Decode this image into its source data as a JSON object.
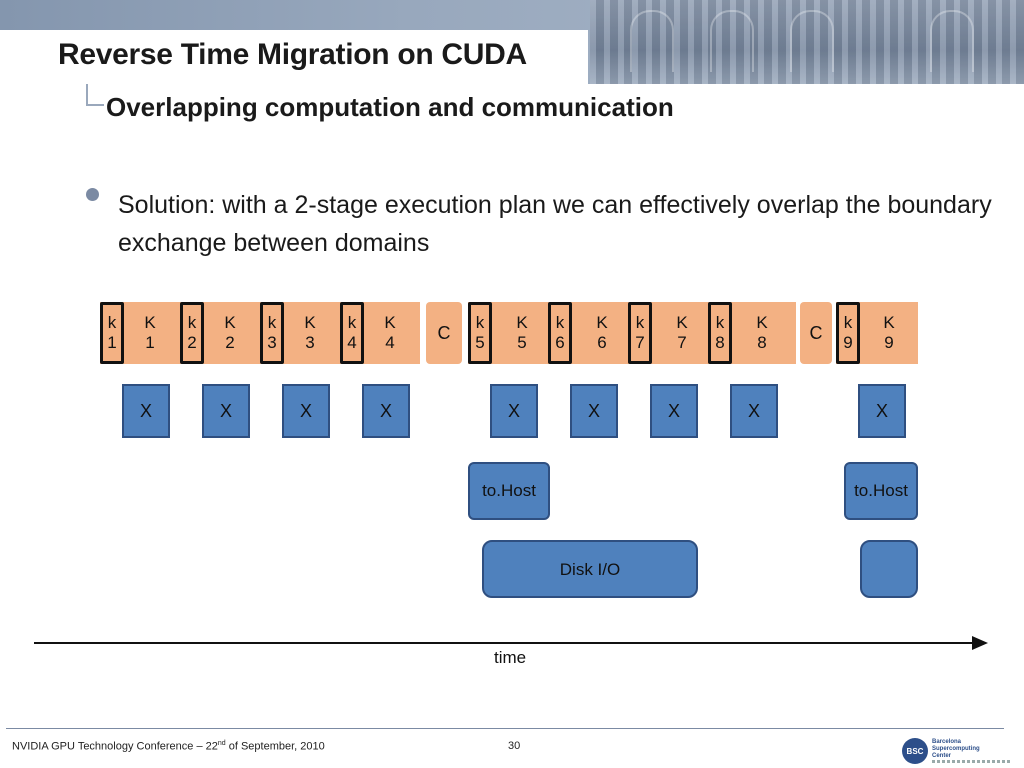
{
  "slide": {
    "title": "Reverse Time Migration on CUDA",
    "subtitle": "Overlapping computation and communication",
    "bullet": "Solution: with a 2-stage execution plan we can effectively overlap the boundary exchange between domains"
  },
  "diagram": {
    "kernels_small": [
      {
        "l1": "k",
        "l2": "1"
      },
      {
        "l1": "k",
        "l2": "2"
      },
      {
        "l1": "k",
        "l2": "3"
      },
      {
        "l1": "k",
        "l2": "4"
      },
      {
        "l1": "k",
        "l2": "5"
      },
      {
        "l1": "k",
        "l2": "6"
      },
      {
        "l1": "k",
        "l2": "7"
      },
      {
        "l1": "k",
        "l2": "8"
      },
      {
        "l1": "k",
        "l2": "9"
      }
    ],
    "kernels_large": [
      {
        "l1": "K",
        "l2": "1"
      },
      {
        "l1": "K",
        "l2": "2"
      },
      {
        "l1": "K",
        "l2": "3"
      },
      {
        "l1": "K",
        "l2": "4"
      },
      {
        "l1": "K",
        "l2": "5"
      },
      {
        "l1": "K",
        "l2": "6"
      },
      {
        "l1": "K",
        "l2": "7"
      },
      {
        "l1": "K",
        "l2": "8"
      },
      {
        "l1": "K",
        "l2": "9"
      }
    ],
    "c_label": "C",
    "x_label": "X",
    "tohost_label": "to.Host",
    "disk_label": "Disk I/O",
    "axis_label": "time",
    "colors": {
      "kernel": "#f3b183",
      "transfer": "#4f81bd"
    }
  },
  "footer": {
    "conference": "NVIDIA GPU Technology Conference – 22",
    "superscript": "nd",
    "date_rest": " of September, 2010",
    "page": "30",
    "logo_initials": "BSC",
    "logo_lines": [
      "Barcelona",
      "Supercomputing",
      "Center"
    ]
  }
}
